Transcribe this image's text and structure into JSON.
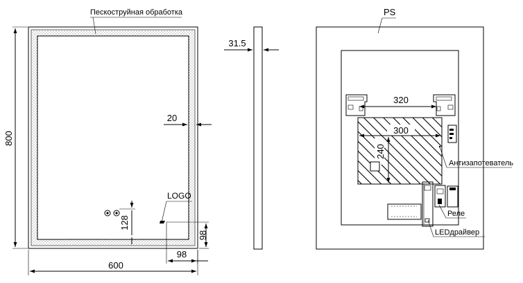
{
  "front_view": {
    "sandblast_label": "Пескоструйная обработка",
    "height_dim": "800",
    "width_dim": "600",
    "frame_dim": "20",
    "logo_label": "LOGO",
    "sensor_height_dim": "128",
    "logo_right_dim": "98",
    "logo_bottom_dim": "98"
  },
  "side_view": {
    "depth_dim": "31.5"
  },
  "back_view": {
    "panel_label": "PS",
    "hanger_spacing_dim": "320",
    "heater_width_dim": "300",
    "heater_height_dim": "240",
    "heater_label": "Антизапотеватель",
    "relay_label": "Реле",
    "driver_label": "LEDдрайвер"
  },
  "colors": {
    "line": "#000000",
    "background": "#ffffff"
  }
}
